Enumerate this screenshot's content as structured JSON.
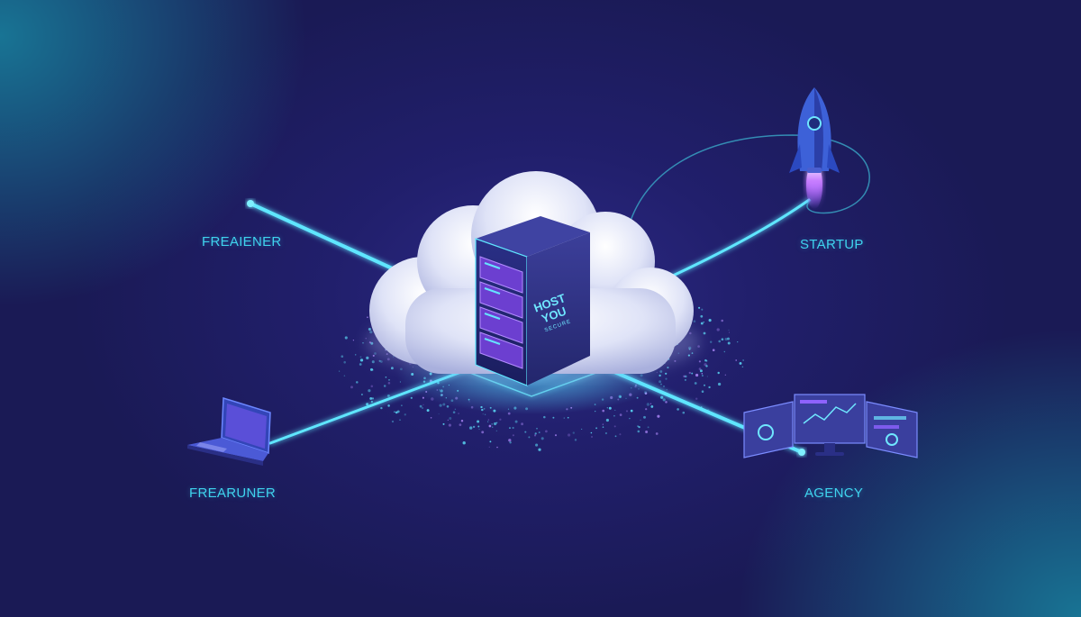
{
  "labels": {
    "top_left": "FREAIENER",
    "top_right": "STARTUP",
    "bottom_left": "FREARUNER",
    "bottom_right": "AGENCY"
  },
  "server": {
    "brand_line1": "HOST",
    "brand_line2": "YOU",
    "brand_line3": "SECURE"
  },
  "icons": {
    "center": "cloud-server-icon",
    "top_right": "rocket-icon",
    "bottom_left": "laptop-icon",
    "bottom_right": "monitors-icon"
  },
  "colors": {
    "background": "#1b1b57",
    "accent_cyan": "#3fd3ee",
    "accent_purple": "#9b5cff",
    "teal_glow": "#16bec8"
  }
}
